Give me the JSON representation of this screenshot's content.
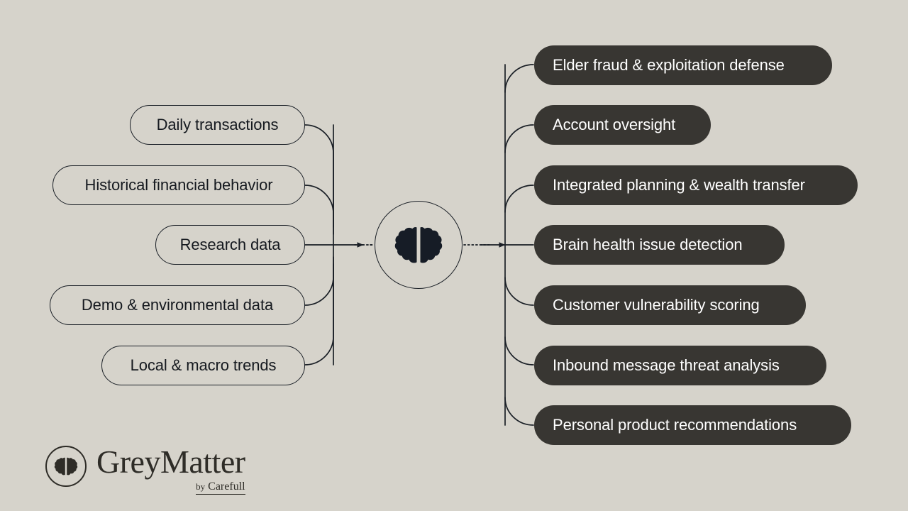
{
  "canvas": {
    "background_color": "#d6d3cb",
    "line_color": "#1a1f26",
    "pill_dark_color": "#383632",
    "pill_text_light": "#ffffff",
    "pill_text_dark": "#15191f"
  },
  "inputs": {
    "group_name": "inputs",
    "items": [
      {
        "label": "Daily transactions"
      },
      {
        "label": "Historical financial behavior"
      },
      {
        "label": "Research data"
      },
      {
        "label": "Demo & environmental data"
      },
      {
        "label": "Local & macro trends"
      }
    ]
  },
  "engine": {
    "icon": "brain-icon",
    "label": ""
  },
  "outputs": {
    "group_name": "outputs",
    "items": [
      {
        "label": "Elder fraud & exploitation defense"
      },
      {
        "label": "Account oversight"
      },
      {
        "label": "Integrated planning & wealth transfer"
      },
      {
        "label": "Brain health issue detection"
      },
      {
        "label": "Customer vulnerability scoring"
      },
      {
        "label": "Inbound message threat analysis"
      },
      {
        "label": "Personal product recommendations"
      }
    ]
  },
  "logo": {
    "mark_icon": "brain-icon",
    "wordmark": "GreyMatter",
    "by_word": "by",
    "brand": "Carefull"
  }
}
